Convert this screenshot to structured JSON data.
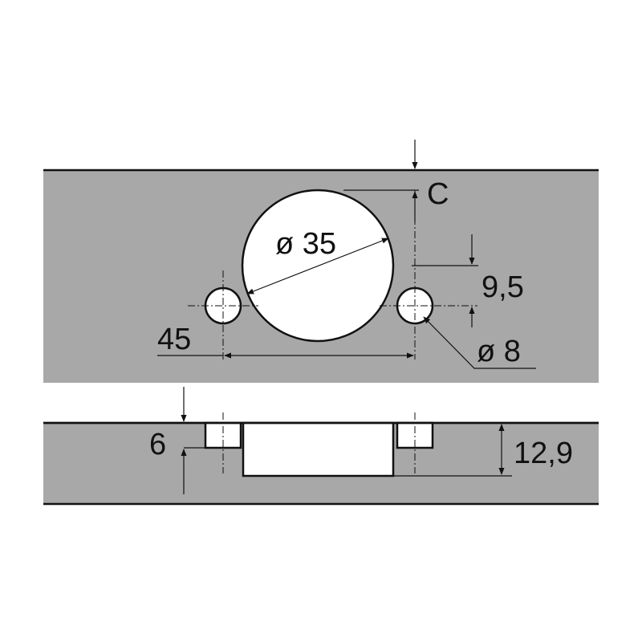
{
  "drawing": {
    "colors": {
      "panel_fill": "#a8a8a8",
      "hole_fill": "#ffffff",
      "line": "#111111"
    },
    "dimensions": {
      "cup_diameter": "ø 35",
      "edge_distance": "C",
      "pilot_offset": "9,5",
      "pilot_diameter": "ø  8",
      "pilot_spacing": "45",
      "pilot_depth": "6",
      "cup_depth": "12,9"
    }
  }
}
